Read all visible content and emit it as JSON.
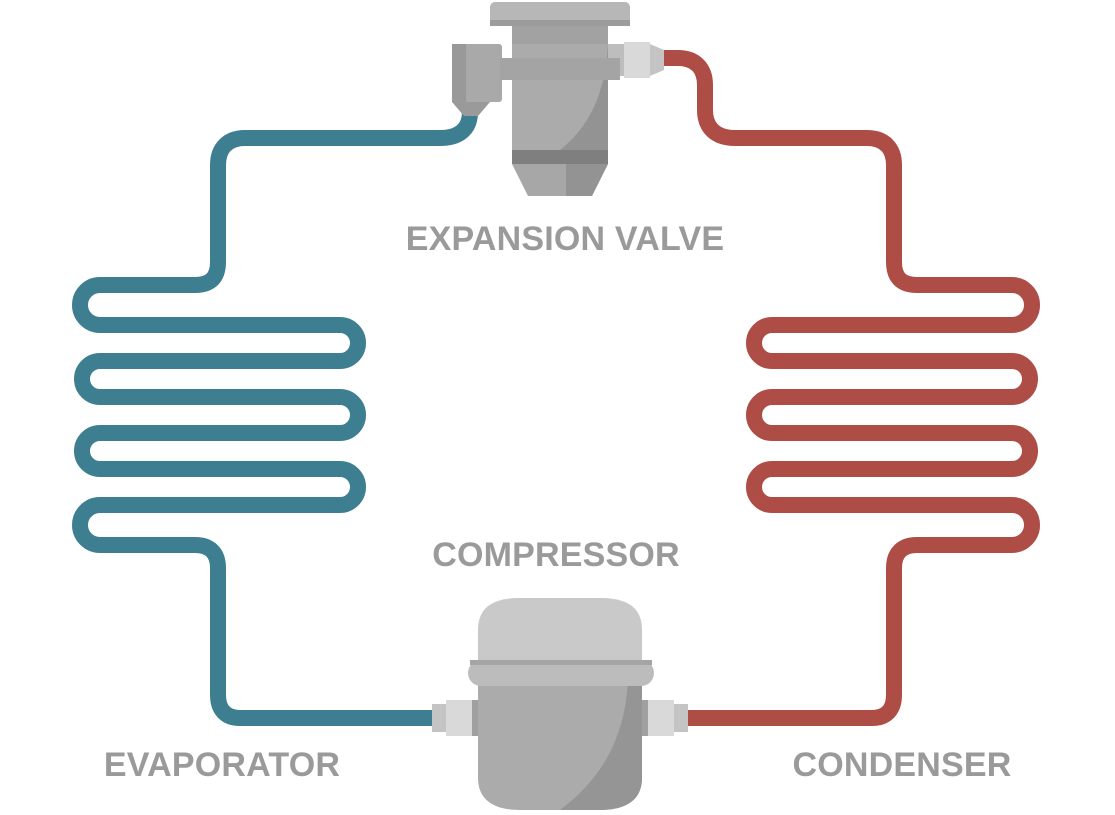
{
  "labels": {
    "expansion_valve": "EXPANSION VALVE",
    "compressor": "COMPRESSOR",
    "evaporator": "EVAPORATOR",
    "condenser": "CONDENSER"
  },
  "colors": {
    "cold_pipe": "#3d7f91",
    "hot_pipe": "#ae4d46",
    "component_body": "#a9a9a9",
    "component_dark": "#8f8f8f",
    "component_light": "#c9c9c9",
    "connector": "#d9d9d9",
    "label_text": "#9a9a9a"
  }
}
